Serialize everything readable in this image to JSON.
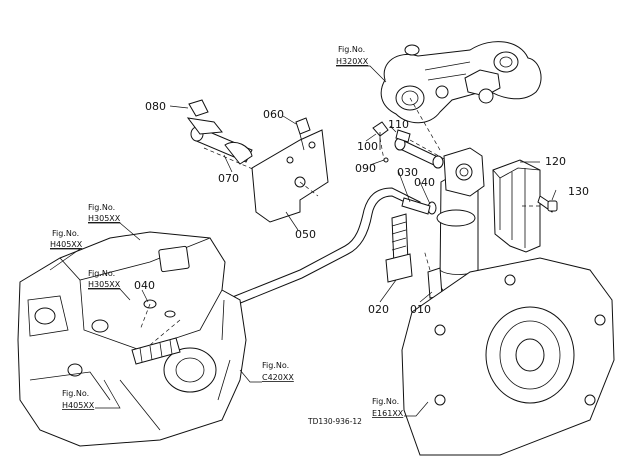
{
  "diagram": {
    "part_numbers": {
      "p010": "010",
      "p020": "020",
      "p030": "030",
      "p040a": "040",
      "p040b": "040",
      "p050": "050",
      "p060": "060",
      "p070": "070",
      "p080": "080",
      "p090": "090",
      "p100": "100",
      "p110": "110",
      "p120": "120",
      "p130": "130"
    },
    "fig_refs": {
      "h320": {
        "label": "Fig.No.",
        "code": "H320XX"
      },
      "h305a": {
        "label": "Fig.No.",
        "code": "H305XX"
      },
      "h405a": {
        "label": "Fig.No.",
        "code": "H405XX"
      },
      "h305b": {
        "label": "Fig.No.",
        "code": "H305XX"
      },
      "h405b": {
        "label": "Fig.No.",
        "code": "H405XX"
      },
      "c420": {
        "label": "Fig.No.",
        "code": "C420XX"
      },
      "e161": {
        "label": "Fig.No.",
        "code": "E161XX"
      }
    },
    "drawing_code": "TD130-936-12"
  }
}
